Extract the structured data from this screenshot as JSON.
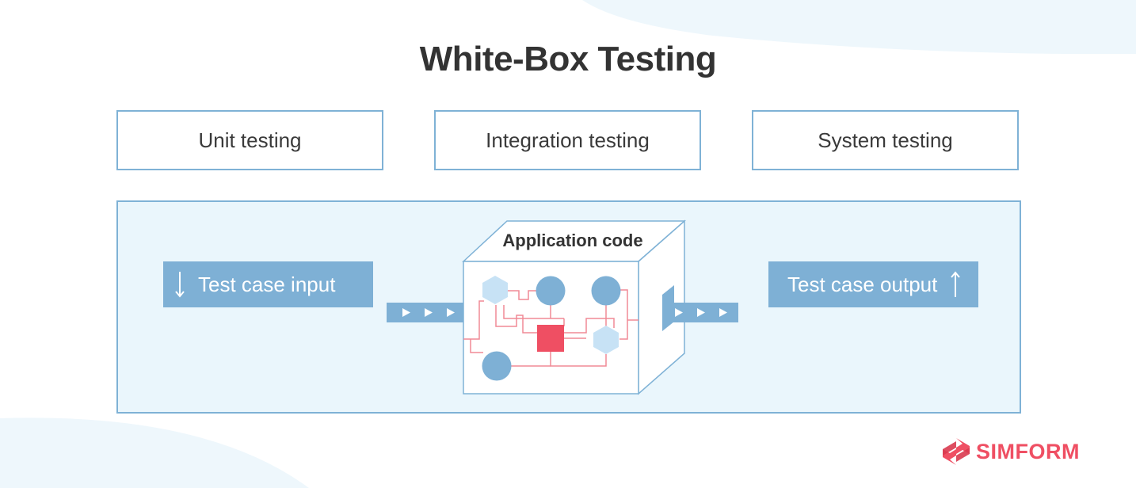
{
  "title": "White-Box Testing",
  "levels": [
    {
      "label": "Unit testing"
    },
    {
      "label": "Integration testing"
    },
    {
      "label": "System testing"
    }
  ],
  "flow": {
    "input_label": "Test case input",
    "code_label": "Application code",
    "output_label": "Test case output"
  },
  "logo": {
    "text": "SIMFORM"
  },
  "colors": {
    "accent_blue": "#7eb0d5",
    "light_blue": "#eaf6fc",
    "border_blue": "#7fb2d6",
    "circuit_red": "#ef4f63",
    "title_gray": "#333333"
  },
  "icons": {
    "input": "arrow-down-icon",
    "output": "arrow-up-icon",
    "flow": "triangle-right-icon"
  }
}
